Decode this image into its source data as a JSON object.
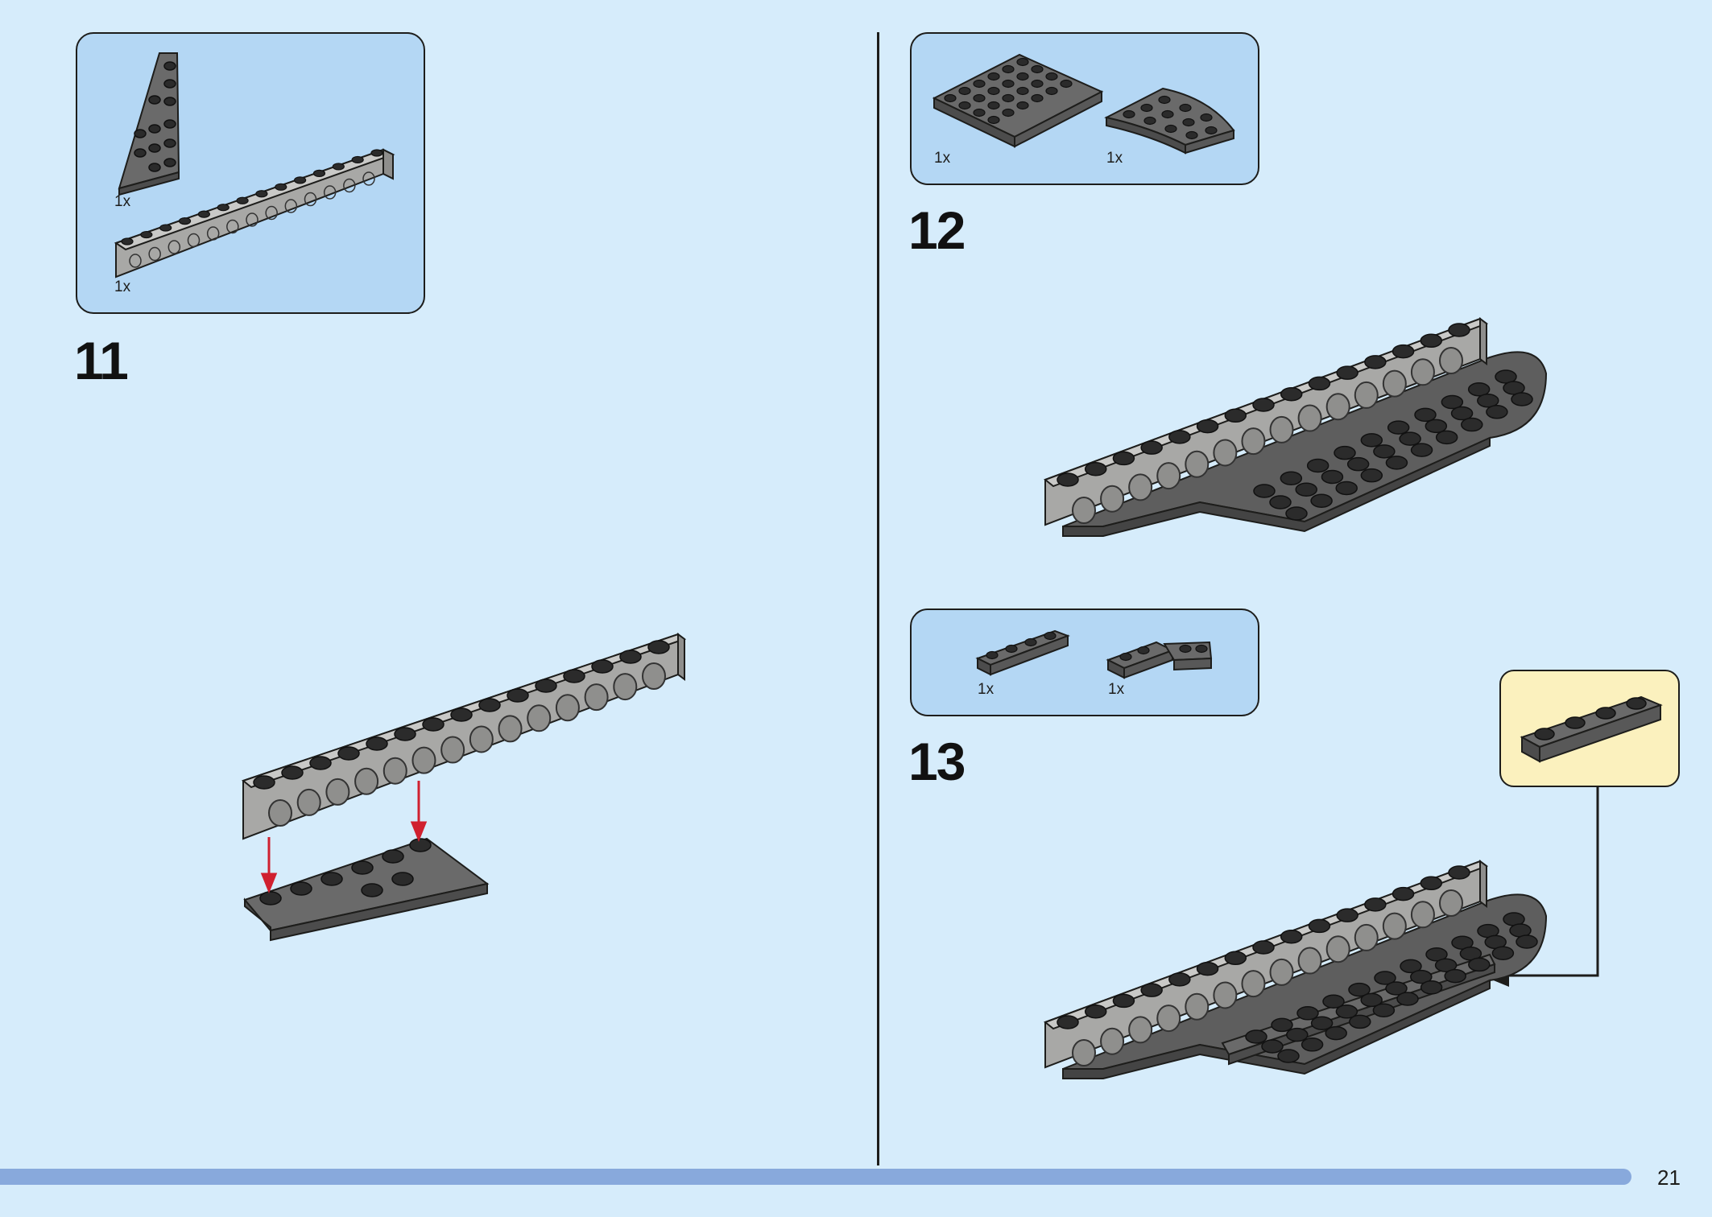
{
  "colors": {
    "background": "#d6ecfb",
    "parts_box": "#b4d7f4",
    "submodel_box": "#fbf1be",
    "progress": "#88a9dc",
    "brick_light": "#a3a3a1",
    "brick_dark": "#5d5d5d",
    "arrow_red": "#d0202f"
  },
  "steps": [
    {
      "number": "11",
      "parts": [
        {
          "qty": "1x",
          "icon": "wedge-plate-icon"
        },
        {
          "qty": "1x",
          "icon": "technic-brick-icon"
        }
      ]
    },
    {
      "number": "12",
      "parts": [
        {
          "qty": "1x",
          "icon": "plate-4x6-icon"
        },
        {
          "qty": "1x",
          "icon": "quarter-round-plate-icon"
        }
      ]
    },
    {
      "number": "13",
      "parts": [
        {
          "qty": "1x",
          "icon": "plate-1x4-icon"
        },
        {
          "qty": "1x",
          "icon": "hinge-plate-icon"
        }
      ]
    }
  ],
  "page_number": "21",
  "progress_fraction": 0.953
}
